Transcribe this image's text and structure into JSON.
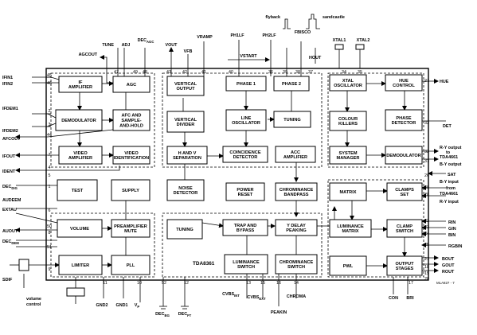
{
  "chip_name": "TDA8361",
  "figure_ref": "MLA827 - 7",
  "blocks": [
    {
      "id": "if_amp",
      "lines": [
        "IF",
        "AMPLIFIER"
      ]
    },
    {
      "id": "agc",
      "lines": [
        "AGC"
      ]
    },
    {
      "id": "demod",
      "lines": [
        "DEMODULATOR"
      ]
    },
    {
      "id": "afc",
      "lines": [
        "AFC AND",
        "SAMPLE-",
        "AND-HOLD"
      ]
    },
    {
      "id": "video_amp",
      "lines": [
        "VIDEO",
        "AMPLIFIER"
      ]
    },
    {
      "id": "video_id",
      "lines": [
        "VIDEO",
        "IDENTIFICATION"
      ]
    },
    {
      "id": "test",
      "lines": [
        "TEST"
      ]
    },
    {
      "id": "supply",
      "lines": [
        "SUPPLY"
      ]
    },
    {
      "id": "volume",
      "lines": [
        "VOLUME"
      ]
    },
    {
      "id": "preamp",
      "lines": [
        "PREAMPLIFIER",
        "MUTE"
      ]
    },
    {
      "id": "limiter",
      "lines": [
        "LIMITER"
      ]
    },
    {
      "id": "pll",
      "lines": [
        "PLL"
      ]
    },
    {
      "id": "vert_out",
      "lines": [
        "VERTICAL",
        "OUTPUT"
      ]
    },
    {
      "id": "vert_div",
      "lines": [
        "VERTICAL",
        "DIVIDER"
      ]
    },
    {
      "id": "hv_sep",
      "lines": [
        "H AND V",
        "SEPARATION"
      ]
    },
    {
      "id": "noise_det",
      "lines": [
        "NOISE",
        "DETECTOR"
      ]
    },
    {
      "id": "tuning_l",
      "lines": [
        "TUNING"
      ]
    },
    {
      "id": "phase1",
      "lines": [
        "PHASE 1"
      ]
    },
    {
      "id": "phase2",
      "lines": [
        "PHASE 2"
      ]
    },
    {
      "id": "line_osc",
      "lines": [
        "LINE",
        "OSCILLATOR"
      ]
    },
    {
      "id": "tuning_r",
      "lines": [
        "TUNING"
      ]
    },
    {
      "id": "coinc_det",
      "lines": [
        "COINCIDENCE",
        "DETECTOR"
      ]
    },
    {
      "id": "acc_amp",
      "lines": [
        "ACC",
        "AMPLIFIER"
      ]
    },
    {
      "id": "power_reset",
      "lines": [
        "POWER",
        "RESET"
      ]
    },
    {
      "id": "chroma_bp",
      "lines": [
        "CHROMINANCE",
        "BANDPASS"
      ]
    },
    {
      "id": "trap",
      "lines": [
        "TRAP AND",
        "BYPASS"
      ]
    },
    {
      "id": "ydelay",
      "lines": [
        "Y DELAY",
        "PEAKING"
      ]
    },
    {
      "id": "lum_sw",
      "lines": [
        "LUMINANCE",
        "SWITCH"
      ]
    },
    {
      "id": "chroma_sw",
      "lines": [
        "CHROMINANCE",
        "SWITCH"
      ]
    },
    {
      "id": "xtal_osc",
      "lines": [
        "XTAL",
        "OSCILLATOR"
      ]
    },
    {
      "id": "hue_ctrl",
      "lines": [
        "HUE",
        "CONTROL"
      ]
    },
    {
      "id": "colour_killers",
      "lines": [
        "COLOUR",
        "KILLERS"
      ]
    },
    {
      "id": "phase_det",
      "lines": [
        "PHASE",
        "DETECTOR"
      ]
    },
    {
      "id": "system_mgr",
      "lines": [
        "SYSTEM",
        "MANAGER"
      ]
    },
    {
      "id": "demod_r",
      "lines": [
        "DEMODULATOR"
      ]
    },
    {
      "id": "matrix",
      "lines": [
        "MATRIX"
      ]
    },
    {
      "id": "clamps",
      "lines": [
        "CLAMPS",
        "SET"
      ]
    },
    {
      "id": "lum_matrix",
      "lines": [
        "LUMINANCE",
        "MATRIX"
      ]
    },
    {
      "id": "clamp_sw",
      "lines": [
        "CLAMP",
        "SWITCH"
      ]
    },
    {
      "id": "pwl",
      "lines": [
        "PWL"
      ]
    },
    {
      "id": "out_stages",
      "lines": [
        "OUTPUT",
        "STAGES"
      ]
    }
  ],
  "signals": [
    {
      "id": "tune",
      "text": "TUNE"
    },
    {
      "id": "adj",
      "text": "ADJ"
    },
    {
      "id": "dec_agc",
      "text": "DEC",
      "sub": "AGC"
    },
    {
      "id": "agcout",
      "text": "AGCOUT"
    },
    {
      "id": "vout",
      "text": "VOUT"
    },
    {
      "id": "vfb",
      "text": "VFB"
    },
    {
      "id": "vramp",
      "text": "VRAMP"
    },
    {
      "id": "ph1lf",
      "text": "PH1LF"
    },
    {
      "id": "ph2lf",
      "text": "PH2LF"
    },
    {
      "id": "vstart",
      "text": "VSTART"
    },
    {
      "id": "flyback",
      "text": "flyback"
    },
    {
      "id": "sandcastle",
      "text": "sandcastle"
    },
    {
      "id": "fbisco",
      "text": "FBISCO"
    },
    {
      "id": "hout",
      "text": "HOUT"
    },
    {
      "id": "xtal1",
      "text": "XTAL1"
    },
    {
      "id": "xtal2",
      "text": "XTAL2"
    },
    {
      "id": "ifin1",
      "text": "IFIN1"
    },
    {
      "id": "ifin2",
      "text": "IFIN2"
    },
    {
      "id": "ifdem1",
      "text": "IFDEM1"
    },
    {
      "id": "ifdem2",
      "text": "IFDEM2"
    },
    {
      "id": "afcout",
      "text": "AFCOUT"
    },
    {
      "id": "ifout",
      "text": "IFOUT"
    },
    {
      "id": "ident",
      "text": "IDENT"
    },
    {
      "id": "dec_dig",
      "text": "DEC",
      "sub": "DIG"
    },
    {
      "id": "audeem",
      "text": "AUDEEM"
    },
    {
      "id": "extau",
      "text": "EXTAU"
    },
    {
      "id": "auout",
      "text": "AUOUT"
    },
    {
      "id": "dec_dem",
      "text": "DEC",
      "sub": "DEM"
    },
    {
      "id": "sdif",
      "text": "SDIF"
    },
    {
      "id": "volume_control",
      "text": "volume",
      "text2": "control"
    },
    {
      "id": "gnd2",
      "text": "GND2"
    },
    {
      "id": "gnd1",
      "text": "GND1"
    },
    {
      "id": "vp",
      "text": "V",
      "sub": "P"
    },
    {
      "id": "dec_bg",
      "text": "DEC",
      "sub": "BG"
    },
    {
      "id": "dec_ft",
      "text": "DEC",
      "sub": "FT"
    },
    {
      "id": "cvbs_int",
      "text": "CVBS",
      "sub": "INT"
    },
    {
      "id": "cvbs_ext",
      "text": "CVBS",
      "sub": "EXT"
    },
    {
      "id": "peakin",
      "text": "PEAKIN"
    },
    {
      "id": "chroma",
      "text": "CHROMA"
    },
    {
      "id": "hue",
      "text": "HUE"
    },
    {
      "id": "det",
      "text": "DET"
    },
    {
      "id": "ry_output",
      "text": "R-Y output"
    },
    {
      "id": "to_tda4661",
      "text": "to"
    },
    {
      "id": "tda4661_a",
      "text": "TDA4661"
    },
    {
      "id": "by_output",
      "text": "B-Y output"
    },
    {
      "id": "sat",
      "text": "SAT"
    },
    {
      "id": "by_input",
      "text": "B-Y input"
    },
    {
      "id": "from_tda4661",
      "text": "from"
    },
    {
      "id": "tda4661_b",
      "text": "TDA4661"
    },
    {
      "id": "ry_input",
      "text": "R-Y input"
    },
    {
      "id": "rin",
      "text": "RIN"
    },
    {
      "id": "gin",
      "text": "GIN"
    },
    {
      "id": "bin",
      "text": "BIN"
    },
    {
      "id": "rgbin",
      "text": "RGBIN"
    },
    {
      "id": "bout",
      "text": "BOUT"
    },
    {
      "id": "gout",
      "text": "GOUT"
    },
    {
      "id": "rout",
      "text": "ROUT"
    },
    {
      "id": "con",
      "text": "CON"
    },
    {
      "id": "bri",
      "text": "BRI"
    }
  ],
  "pins": [
    {
      "id": "p45",
      "text": "45"
    },
    {
      "id": "p46",
      "text": "46"
    },
    {
      "id": "p2",
      "text": "2"
    },
    {
      "id": "p3",
      "text": "3"
    },
    {
      "id": "p44",
      "text": "44"
    },
    {
      "id": "p7",
      "text": "7"
    },
    {
      "id": "p4",
      "text": "4"
    },
    {
      "id": "p5",
      "text": "5"
    },
    {
      "id": "p1",
      "text": "1"
    },
    {
      "id": "p6",
      "text": "6"
    },
    {
      "id": "p50",
      "text": "50"
    },
    {
      "id": "p8",
      "text": "8"
    },
    {
      "id": "p51",
      "text": "51"
    },
    {
      "id": "p9",
      "text": "9"
    },
    {
      "id": "p47",
      "text": "47"
    },
    {
      "id": "p49",
      "text": "49"
    },
    {
      "id": "p48",
      "text": "48"
    },
    {
      "id": "p43",
      "text": "43"
    },
    {
      "id": "p42",
      "text": "42"
    },
    {
      "id": "p41",
      "text": "41"
    },
    {
      "id": "p40",
      "text": "40"
    },
    {
      "id": "p36",
      "text": "36"
    },
    {
      "id": "p39",
      "text": "39"
    },
    {
      "id": "p38",
      "text": "38"
    },
    {
      "id": "p37",
      "text": "37"
    },
    {
      "id": "p34",
      "text": "34"
    },
    {
      "id": "p35",
      "text": "35"
    },
    {
      "id": "p27",
      "text": "27"
    },
    {
      "id": "p33",
      "text": "33"
    },
    {
      "id": "p32",
      "text": "32"
    },
    {
      "id": "p31",
      "text": "31"
    },
    {
      "id": "p26",
      "text": "26"
    },
    {
      "id": "p30",
      "text": "30"
    },
    {
      "id": "p28",
      "text": "28"
    },
    {
      "id": "p22",
      "text": "22"
    },
    {
      "id": "p23",
      "text": "23"
    },
    {
      "id": "p24",
      "text": "24"
    },
    {
      "id": "p25",
      "text": "25"
    },
    {
      "id": "p21",
      "text": "21"
    },
    {
      "id": "p18",
      "text": "18"
    },
    {
      "id": "p19",
      "text": "19"
    },
    {
      "id": "p20",
      "text": "20"
    },
    {
      "id": "p11",
      "text": "11"
    },
    {
      "id": "p10",
      "text": "10"
    },
    {
      "id": "p52",
      "text": "52"
    },
    {
      "id": "p12",
      "text": "12"
    },
    {
      "id": "p13",
      "text": "13"
    },
    {
      "id": "p15",
      "text": "15"
    },
    {
      "id": "p16",
      "text": "16"
    },
    {
      "id": "p17",
      "text": "17"
    },
    {
      "id": "p14",
      "text": "14"
    }
  ]
}
